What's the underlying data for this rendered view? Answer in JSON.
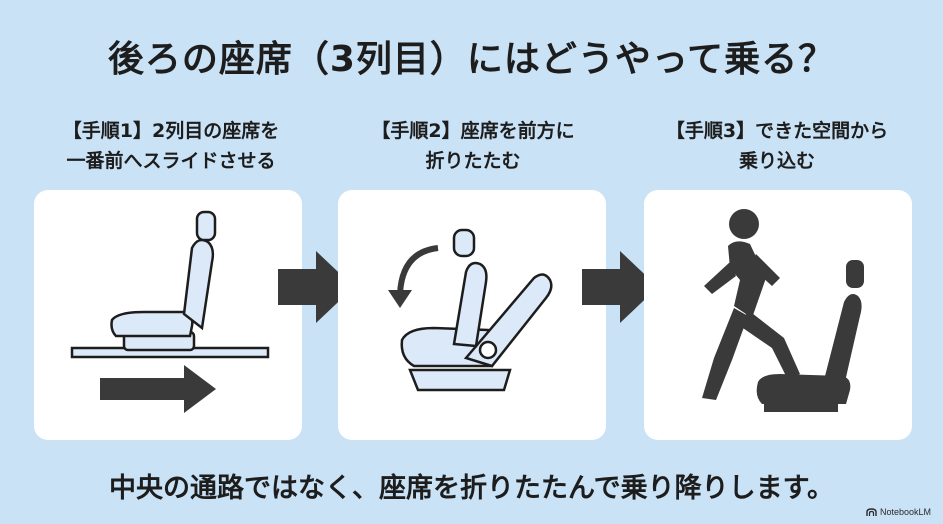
{
  "title": "後ろの座席（3列目）にはどうやって乗る？",
  "steps": [
    {
      "line1": "【手順1】2列目の座席を",
      "line2": "一番前へスライドさせる"
    },
    {
      "line1": "【手順2】座席を前方に",
      "line2": "折りたたむ"
    },
    {
      "line1": "【手順3】できた空間から",
      "line2": "乗り込む"
    }
  ],
  "footer": "中央の通路ではなく、座席を折りたたんで乗り降りします。",
  "badge": "NotebookLM",
  "icons": {
    "step1": "seat-sliding-forward-icon",
    "step2": "seat-folding-icon",
    "step3": "person-entering-icon",
    "between": "right-arrow-icon"
  },
  "colors": {
    "background": "#c9e2f6",
    "panel": "#ffffff",
    "seat_fill": "#dbe9f8",
    "outline": "#1d1d1d",
    "arrow": "#3a3a3a"
  }
}
